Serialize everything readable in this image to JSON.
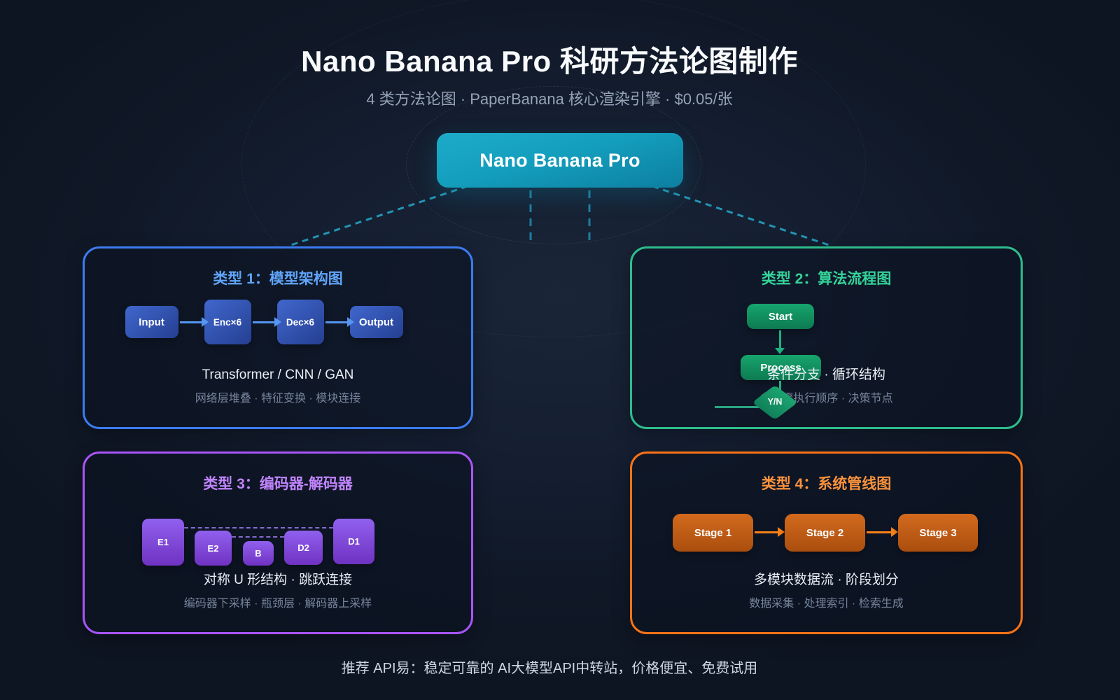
{
  "page": {
    "title": "Nano Banana Pro 科研方法论图制作",
    "subtitle": "4 类方法论图 · PaperBanana 核心渲染引擎 · $0.05/张",
    "footer": "推荐 API易：稳定可靠的 AI大模型API中转站，价格便宜、免费试用"
  },
  "hub": {
    "label": "Nano Banana Pro",
    "color_top": "#1dabc9",
    "color_bottom": "#0d7fa0",
    "connector_color": "#2395b5"
  },
  "panels": [
    {
      "id": "model-architecture",
      "title": "类型 1：模型架构图",
      "accent": "#3b7cf0",
      "title_color": "#60a5fa",
      "nodes": [
        "Input",
        "Enc×6",
        "Dec×6",
        "Output"
      ],
      "subtitle": "Transformer / CNN / GAN",
      "description": "网络层堆叠 · 特征变换 · 模块连接"
    },
    {
      "id": "algorithm-flowchart",
      "title": "类型 2：算法流程图",
      "accent": "#2dbd8c",
      "title_color": "#34d399",
      "nodes": [
        "Start",
        "Process",
        "Y/N"
      ],
      "subtitle": "条件分支 · 循环结构",
      "description": "多步骤执行顺序 · 决策节点"
    },
    {
      "id": "encoder-decoder",
      "title": "类型 3：编码器-解码器",
      "accent": "#a855f7",
      "title_color": "#c084fc",
      "nodes": [
        "E1",
        "E2",
        "B",
        "D2",
        "D1"
      ],
      "subtitle": "对称 U 形结构 · 跳跃连接",
      "description": "编码器下采样 · 瓶颈层 · 解码器上采样"
    },
    {
      "id": "system-pipeline",
      "title": "类型 4：系统管线图",
      "accent": "#f97316",
      "title_color": "#fb923c",
      "nodes": [
        "Stage 1",
        "Stage 2",
        "Stage 3"
      ],
      "subtitle": "多模块数据流 · 阶段划分",
      "description": "数据采集 · 处理索引 · 检索生成"
    }
  ]
}
